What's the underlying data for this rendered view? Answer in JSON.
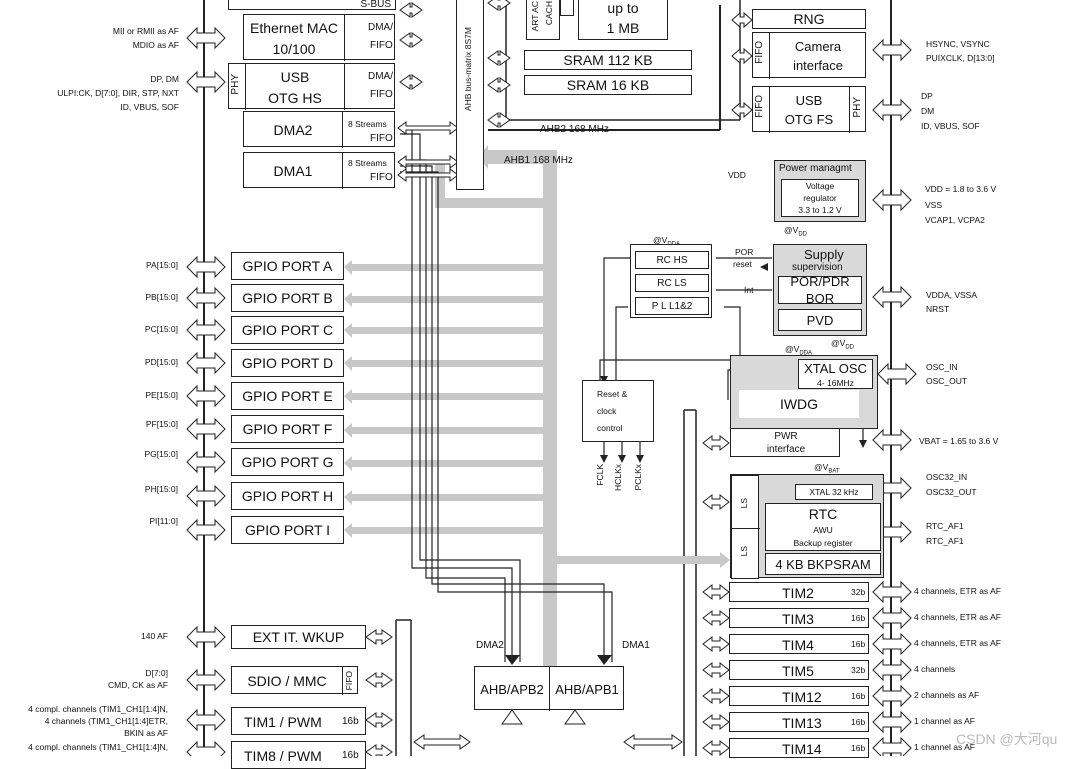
{
  "top": {
    "sbus": "S-BUS",
    "art_accel": "ART AC",
    "cache": "CACH",
    "flash_up_to": "up to",
    "flash_size": "1 MB",
    "rng": "RNG",
    "sram112": "SRAM 112 KB",
    "sram16": "SRAM 16 KB",
    "ahb_matrix": "AHB bus-matrix 8S7M",
    "ahb2": "AHB2 168 MHz",
    "ahb1": "AHB1 168 MHz"
  },
  "left_signals": {
    "mii": "MII or RMII as AF",
    "mdio": "MDIO as AF",
    "dp_dm": "DP, DM",
    "ulpi": "ULPI:CK, D[7:0], DIR, STP, NXT",
    "id_vbus": "ID, VBUS, SOF",
    "pa": "PA[15:0]",
    "pb": "PB[15:0]",
    "pc": "PC[15:0]",
    "pd": "PD[15:0]",
    "pe": "PE[15:0]",
    "pf": "PF[15:0]",
    "pg": "PG[15:0]",
    "ph": "PH[15:0]",
    "pi": "PI[11:0]",
    "af140": "140 AF",
    "d70": "D[7:0]",
    "cmd_ck": "CMD, CK as AF",
    "tim1_a": "4 compl. channels (TIM1_CH1[1:4]N,",
    "tim1_b": "4 channels (TIM1_CH1[1:4]ETR,",
    "tim1_c": "BKIN as AF",
    "tim8_a": "4 compl. channels (TIM1_CH1[1:4]N,"
  },
  "blocks": {
    "eth_mac_1": "Ethernet MAC",
    "eth_mac_2": "10/100",
    "dma_fifo_dma": "DMA/",
    "dma_fifo_fifo": "FIFO",
    "phy": "PHY",
    "usb_hs_1": "USB",
    "usb_hs_2": "OTG HS",
    "dma2": "DMA2",
    "dma1": "DMA1",
    "streams": "8 Streams",
    "fifo": "FIFO",
    "gpio": [
      "GPIO PORT A",
      "GPIO PORT B",
      "GPIO PORT C",
      "GPIO PORT D",
      "GPIO PORT E",
      "GPIO PORT F",
      "GPIO PORT G",
      "GPIO PORT H",
      "GPIO PORT I"
    ],
    "ext_it": "EXT IT. WKUP",
    "sdio": "SDIO / MMC",
    "sdio_fifo": "FIFO",
    "tim1": "TIM1 / PWM",
    "tim1_bits": "16b",
    "tim8": "TIM8 / PWM",
    "tim8_bits": "16b",
    "ahb_apb2": "AHB/APB2",
    "ahb_apb1": "AHB/APB1",
    "dma2_lbl": "DMA2",
    "dma1_lbl": "DMA1"
  },
  "right_top": {
    "camera_1": "Camera",
    "camera_2": "interface",
    "cam_fifo": "FIFO",
    "usb_fs_1": "USB",
    "usb_fs_2": "OTG FS",
    "fs_fifo": "FIFO",
    "fs_phy": "PHY",
    "hsync": "HSYNC, VSYNC",
    "pixclk": "PUIXCLK, D[13:0]",
    "dp": "DP",
    "dm": "DM",
    "id_vbus_sof": "ID, VBUS, SOF"
  },
  "power": {
    "vdd": "VDD",
    "title": "Power managmt",
    "reg_1": "Voltage",
    "reg_2": "regulator",
    "reg_3": "3.3 to 1.2 V",
    "at_vdd": "@V",
    "vdd_sub": "DD",
    "vdd_range": "VDD = 1.8 to 3.6 V",
    "vss": "VSS",
    "vcap": "VCAP1, VCPA2",
    "at_vdda": "@V",
    "vdda_sub": "DDA",
    "rc_hs": "RC  HS",
    "rc_ls": "RC  LS",
    "pll": "P L L1&2",
    "por_reset_1": "POR",
    "por_reset_2": "reset",
    "int": "Int",
    "supervision_1": "Supply",
    "supervision_2": "supervision",
    "por_pdr": "POR/PDR",
    "bor": "BOR",
    "pvd": "PVD",
    "vdda_vssa": "VDDA, VSSA",
    "nrst": "NRST",
    "reset_clock_1": "Reset &",
    "reset_clock_2": "clock",
    "reset_clock_3": "control",
    "fclk": "FCLK",
    "hclk": "HCLKx",
    "pclk": "PCLKx",
    "xtal_osc_1": "XTAL OSC",
    "xtal_osc_2": "4- 16MHz",
    "osc_in": "OSC_IN",
    "osc_out": "OSC_OUT",
    "iwdg": "IWDG",
    "pwr_1": "PWR",
    "pwr_2": "interface",
    "vbat_range": "VBAT = 1.65 to 3.6 V",
    "at_vbat": "@V",
    "vbat_sub": "BAT",
    "xtal32": "XTAL 32 kHz",
    "osc32_in": "OSC32_IN",
    "osc32_out": "OSC32_OUT",
    "rtc": "RTC",
    "awu": "AWU",
    "backup": "Backup register",
    "bkpsram": "4 KB BKPSRAM",
    "ls": "LS",
    "rtc_af1": "RTC_AF1",
    "rtc_af1b": "RTC_AF1"
  },
  "timers": [
    {
      "name": "TIM2",
      "bits": "32b",
      "signal": "4 channels, ETR as AF"
    },
    {
      "name": "TIM3",
      "bits": "16b",
      "signal": "4 channels, ETR as AF"
    },
    {
      "name": "TIM4",
      "bits": "16b",
      "signal": "4 channels, ETR as AF"
    },
    {
      "name": "TIM5",
      "bits": "32b",
      "signal": "4 channels"
    },
    {
      "name": "TIM12",
      "bits": "16b",
      "signal": "2 channels as AF"
    },
    {
      "name": "TIM13",
      "bits": "16b",
      "signal": "1 channel as AF"
    },
    {
      "name": "TIM14",
      "bits": "16b",
      "signal": "1 channel as AF"
    }
  ],
  "watermark": "CSDN @大河qu"
}
